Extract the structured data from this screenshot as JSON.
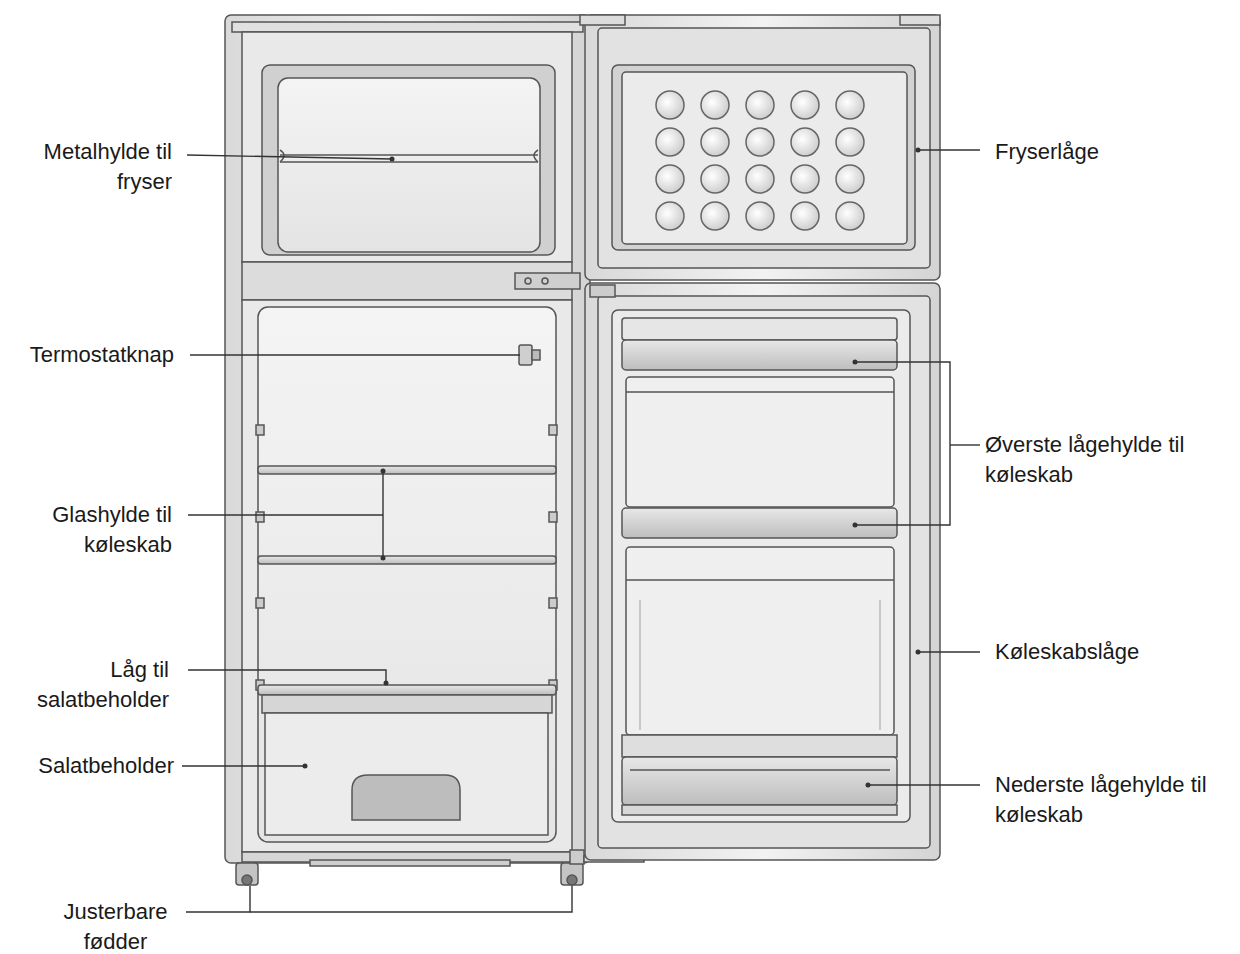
{
  "diagram": {
    "labels": [
      "Metalhylde til fryser",
      "Fryserlåge",
      "Termostatknap",
      "Øverste lågehylde til køleskab",
      "Glashylde til køleskab",
      "Låg til salatbeholder",
      "Salatbeholder",
      "Køleskabslåge",
      "Nederste lågehylde til køleskab",
      "Justerbare fødder"
    ]
  }
}
